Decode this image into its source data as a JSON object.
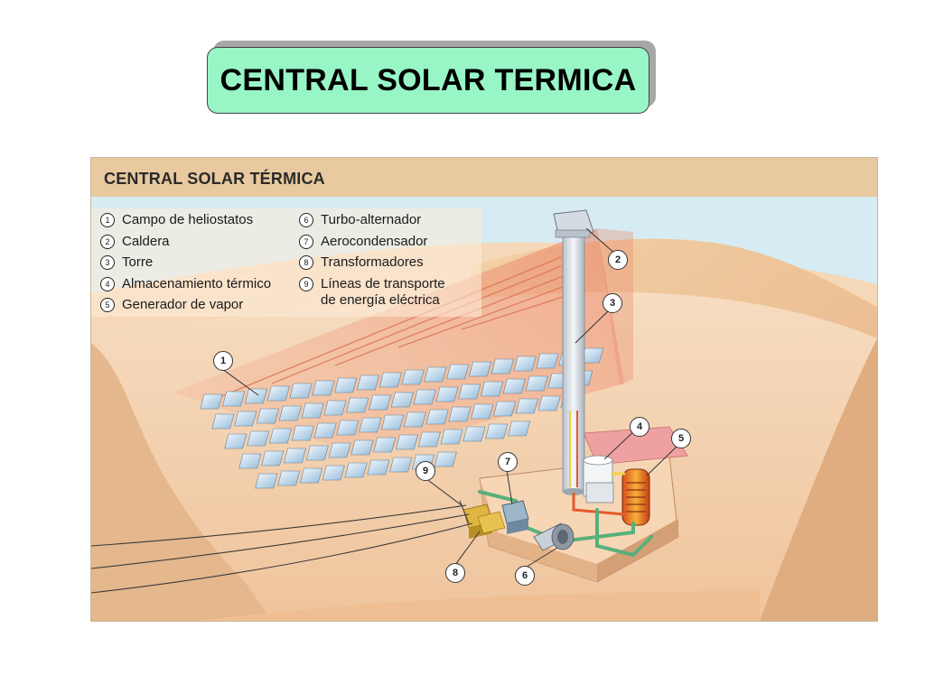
{
  "title": "CENTRAL SOLAR TERMICA",
  "diagram": {
    "panel_title": "CENTRAL SOLAR TÉRMICA",
    "legend": [
      {
        "num": "1",
        "label": "Campo de heliostatos"
      },
      {
        "num": "2",
        "label": "Caldera"
      },
      {
        "num": "3",
        "label": "Torre"
      },
      {
        "num": "4",
        "label": "Almacenamiento térmico"
      },
      {
        "num": "5",
        "label": "Generador de vapor"
      },
      {
        "num": "6",
        "label": "Turbo-alternador"
      },
      {
        "num": "7",
        "label": "Aerocondensador"
      },
      {
        "num": "8",
        "label": "Transformadores"
      },
      {
        "num": "9",
        "label": "Líneas de transporte\nde energía eléctrica"
      }
    ],
    "colors": {
      "sky": "#d6ecf2",
      "sand": "#f3c9a0",
      "title_bar": "#e8c9a0",
      "title_box": "#98f5c6"
    }
  }
}
